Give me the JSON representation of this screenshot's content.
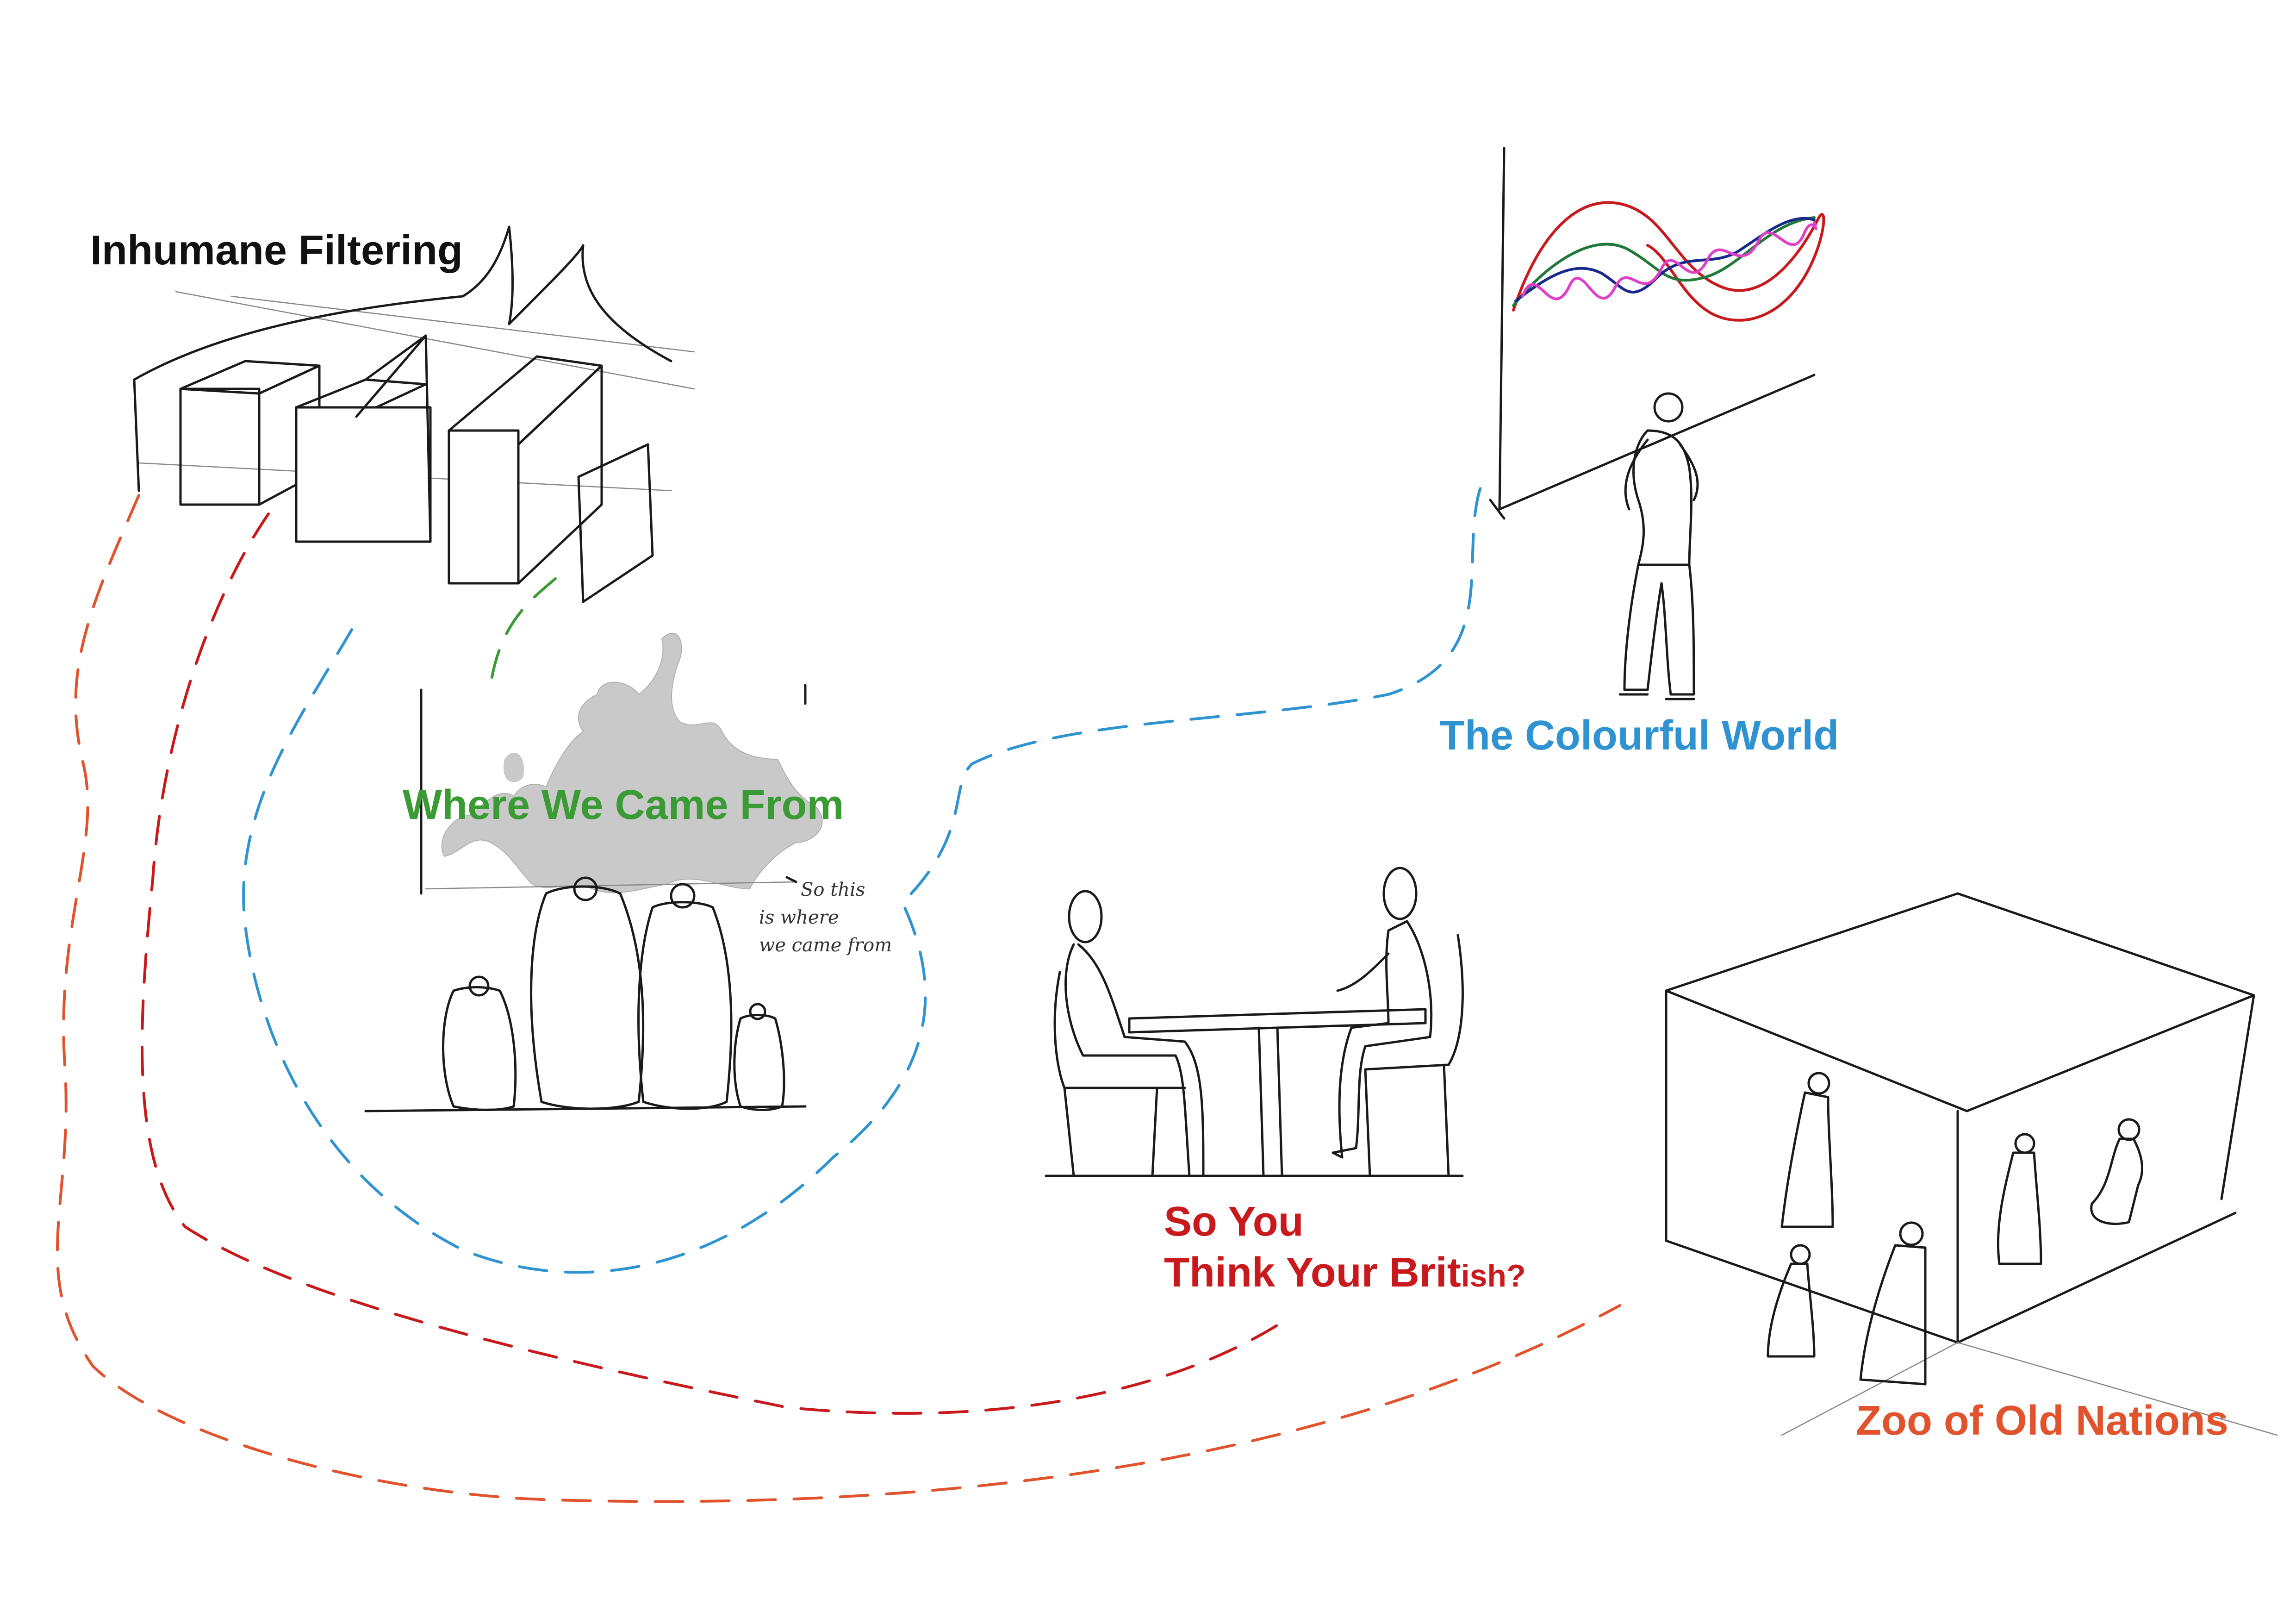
{
  "stations": {
    "inhumane_filtering": {
      "title": "Inhumane Filtering",
      "color": "#111111"
    },
    "where_we_came_from": {
      "title": "Where We Came From",
      "color": "#3a9a34",
      "note_line1": "So this",
      "note_line2": "is where",
      "note_line3": "we came from"
    },
    "colourful_world": {
      "title": "The Colourful World",
      "color": "#2e93d0"
    },
    "think_british": {
      "title_line1": "So You",
      "title_line2_main": "Think Your Brit",
      "title_line2_small": "ish?",
      "color": "#c8191c"
    },
    "zoo_old_nations": {
      "title": "Zoo of Old Nations",
      "color": "#e0532c"
    }
  },
  "paths": {
    "orange": "#e0532c",
    "red": "#c8191c",
    "blue": "#2e93d0",
    "green": "#3a9a34"
  },
  "wave_colors": [
    "#c8191c",
    "#1f7a3a",
    "#1a2a8a",
    "#e040c8"
  ]
}
